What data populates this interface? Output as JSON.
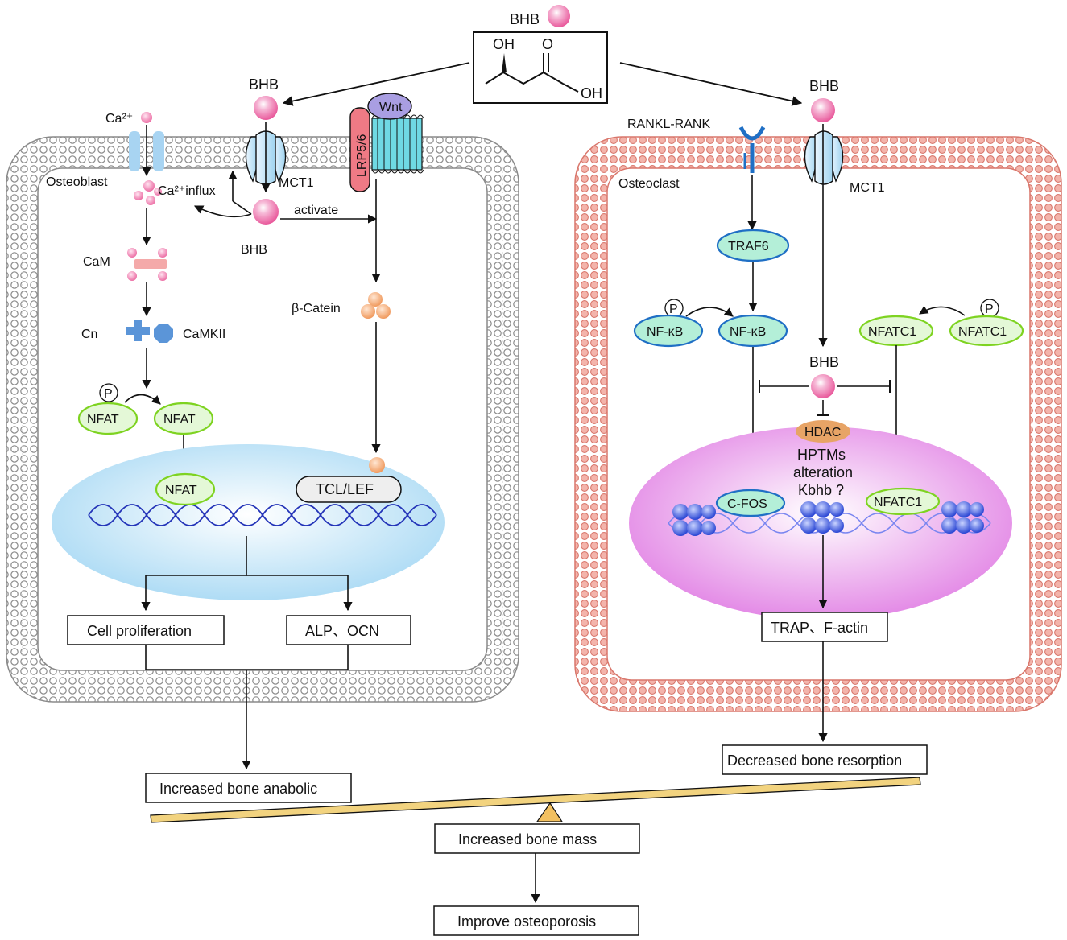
{
  "top": {
    "bhb_label": "BHB",
    "structure_oh1": "OH",
    "structure_o": "O",
    "structure_oh2": "OH"
  },
  "osteoblast": {
    "cell_label": "Osteoblast",
    "ca_label": "Ca²⁺",
    "ca_influx_label": "Ca²⁺influx",
    "bhb_top_label": "BHB",
    "mct1_label": "MCT1",
    "bhb_mid_label": "BHB",
    "activate_label": "activate",
    "lrp_label": "LRP5/6",
    "wnt_label": "Wnt",
    "cam_label": "CaM",
    "cn_label": "Cn",
    "camkii_label": "CaMKII",
    "beta_catenin_label": "β-Catein",
    "p_label": "P",
    "nfat_p_label": "NFAT",
    "nfat_label": "NFAT",
    "nfat_nucleus_label": "NFAT",
    "tcl_lef_label": "TCL/LEF",
    "cell_prolif_label": "Cell proliferation",
    "alp_ocn_label": "ALP、OCN"
  },
  "osteoclast": {
    "cell_label": "Osteoclast",
    "bhb_top_label": "BHB",
    "rankl_label": "RANKL-RANK",
    "mct1_label": "MCT1",
    "traf6_label": "TRAF6",
    "p_left_label": "P",
    "nfkb_p_label": "NF-κB",
    "nfkb_label": "NF-κB",
    "nfatc1_label": "NFATC1",
    "p_right_label": "P",
    "nfatc1_p_label": "NFATC1",
    "bhb_inner_label": "BHB",
    "hdac_label": "HDAC",
    "hptms_label": "HPTMs",
    "alteration_label": "alteration",
    "kbhb_label": "Kbhb ?",
    "cfos_label": "C-FOS",
    "nfatc1_nucleus_label": "NFATC1",
    "trap_label": "TRAP、F-actin"
  },
  "outcomes": {
    "bone_resorption": "Decreased bone resorption",
    "bone_anabolic": "Increased bone anabolic",
    "bone_mass": "Increased bone mass",
    "osteoporosis": "Improve osteoporosis"
  },
  "colors": {
    "bhb_pink": "#e95a9c",
    "ca_pink": "#ec6fa5",
    "osteoblast_membrane": "#9a9a9a",
    "osteoclast_membrane": "#e59a92",
    "nucleus_blue": "#bfe3f7",
    "nucleus_pink": "#e88de8",
    "nfat_green": "#7ed321",
    "nfkb_blue": "#1f6fc5",
    "nfkb_fill": "#b4efd8",
    "lrp_red": "#ef7a85",
    "wnt_purple": "#a99ee2",
    "receptor_cyan": "#39c6d6",
    "catenin_orange": "#f5a06a",
    "hdac_orange": "#e7a466",
    "balance_beam": "#f2d37f",
    "dna_blue": "#2333b8",
    "histone_blue": "#3f5ce0"
  }
}
